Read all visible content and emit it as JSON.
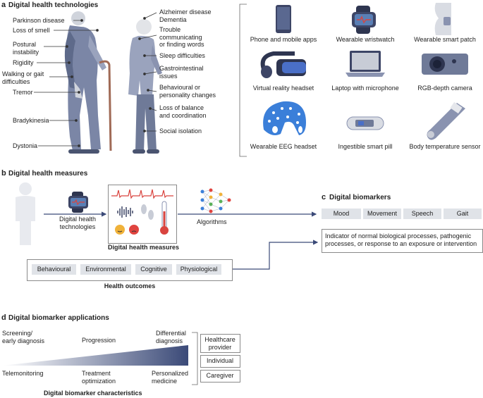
{
  "section_a": {
    "letter": "a",
    "title": "Digital health technologies",
    "left_labels": [
      "Parkinson disease",
      "Loss of smell",
      "Postural\ninstability",
      "Rigidity",
      "Walking or gait\ndifficulties",
      "Tremor",
      "Bradykinesia",
      "Dystonia"
    ],
    "right_labels": [
      "Alzheimer disease\nDementia",
      "Trouble\ncommunicating\nor finding words",
      "Sleep difficulties",
      "Gastrointestinal\nissues",
      "Behavioural or\npersonality changes",
      "Loss of balance\nand coordination",
      "Social isolation"
    ],
    "devices": [
      {
        "label": "Phone and mobile apps",
        "icon": "phone-icon"
      },
      {
        "label": "Wearable wristwatch",
        "icon": "wristwatch-icon"
      },
      {
        "label": "Wearable smart patch",
        "icon": "smart-patch-icon"
      },
      {
        "label": "Virtual reality headset",
        "icon": "vr-headset-icon"
      },
      {
        "label": "Laptop with microphone",
        "icon": "laptop-icon"
      },
      {
        "label": "RGB-depth camera",
        "icon": "camera-icon"
      },
      {
        "label": "Wearable EEG headset",
        "icon": "eeg-headset-icon"
      },
      {
        "label": "Ingestible smart pill",
        "icon": "smart-pill-icon"
      },
      {
        "label": "Body temperature sensor",
        "icon": "thermometer-icon"
      }
    ]
  },
  "section_b": {
    "letter": "b",
    "title": "Digital health measures",
    "dht_label": "Digital health\ntechnologies",
    "measures_label": "Digital health measures",
    "algorithms_label": "Algorithms",
    "outcomes": [
      "Behavioural",
      "Environmental",
      "Cognitive",
      "Physiological"
    ],
    "outcomes_label": "Health outcomes"
  },
  "section_c": {
    "letter": "c",
    "title": "Digital biomarkers",
    "tags": [
      "Mood",
      "Movement",
      "Speech",
      "Gait"
    ],
    "definition": "Indicator of normal biological processes, pathogenic\nprocesses, or response to an exposure or intervention"
  },
  "section_d": {
    "letter": "d",
    "title": "Digital biomarker applications",
    "top_labels": [
      "Screening/\nearly diagnosis",
      "Progression",
      "Differential\ndiagnosis"
    ],
    "bottom_labels": [
      "Telemonitoring",
      "Treatment\noptimization",
      "Personalized\nmedicine"
    ],
    "characteristics_label": "Digital biomarker characteristics",
    "users": [
      "Healthcare\nprovider",
      "Individual",
      "Caregiver"
    ]
  },
  "colors": {
    "figure_dark": "#5e6a8a",
    "figure_light": "#8a93b0",
    "gradient_start": "#ffffff",
    "gradient_end": "#3b4a78",
    "tag_bg": "#e0e3e8",
    "heartbeat": "#d9443f",
    "arrow": "#3b4a78"
  }
}
